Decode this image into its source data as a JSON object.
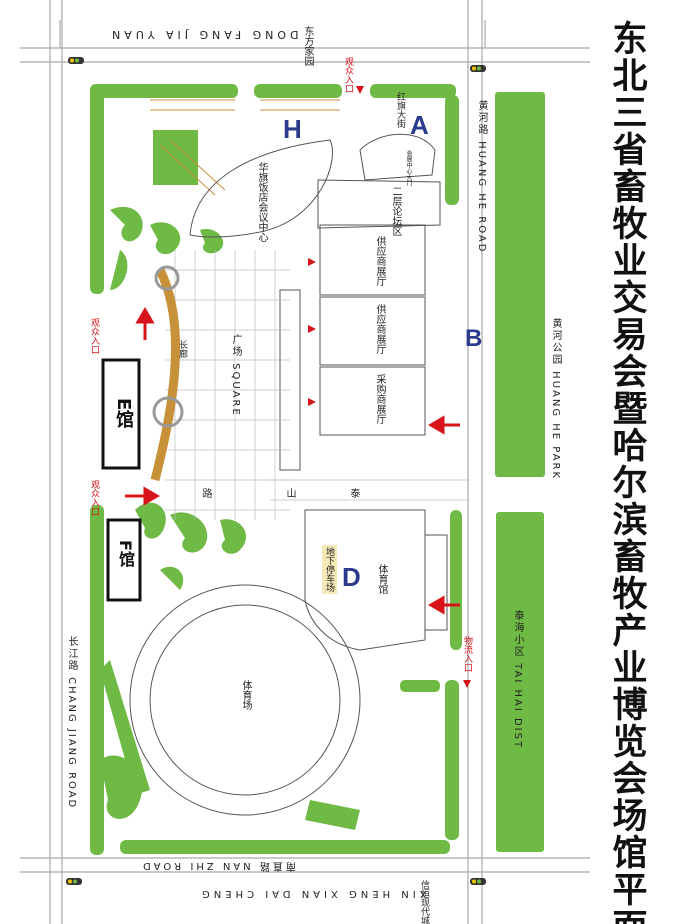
{
  "title": "东北三省畜牧业交易会暨哈尔滨畜牧产业博览会场馆平面图",
  "roads": {
    "top_road": "DONG FANG JIA YUAN",
    "top_road_cn": "东方家园",
    "hongqi_street": "红旗大街",
    "huanghe_road": "黄河路 HUANG HE ROAD",
    "huanghe_park": "黄河公园 HUANG HE PARK",
    "taihai_dist": "泰海小区 TAI HAI DIST",
    "changjiang_road": "长江路 CHANG JIANG ROAD",
    "nanzhi_road": "南直路 NAN ZHI ROAD",
    "xinheng": "XIN HENG XIAN DAI CHENG",
    "xinheng_cn": "信恒现代城"
  },
  "halls": {
    "A": "A",
    "B": "B",
    "D": "D",
    "H": "H",
    "E": "E馆",
    "F": "F馆"
  },
  "labels": {
    "visitor_entrance_top": "观众入口",
    "visitor_entrance_left": "观众入口",
    "visitor_entrance_left2": "观众入口",
    "logistics_entrance": "物流入口",
    "forum": "二层论坛区",
    "conference": "华旗饭店会议中心",
    "supplier_hall_1": "供应商展厅",
    "supplier_hall_2": "供应商展厅",
    "purchase_hall": "采购商展厅",
    "gym": "体育馆",
    "stadium": "体育场",
    "square": "广场 SQUARE",
    "square_road": "路",
    "corridor": "长廊",
    "parking": "地下停车场",
    "shan": "山",
    "tai": "泰",
    "small_sign": "会展中心大门"
  },
  "colors": {
    "green": "#6fb945",
    "road_line": "#a9a9a9",
    "red": "#d8141a",
    "hall_letter": "#2a3a8c",
    "corridor": "#c7913a"
  }
}
